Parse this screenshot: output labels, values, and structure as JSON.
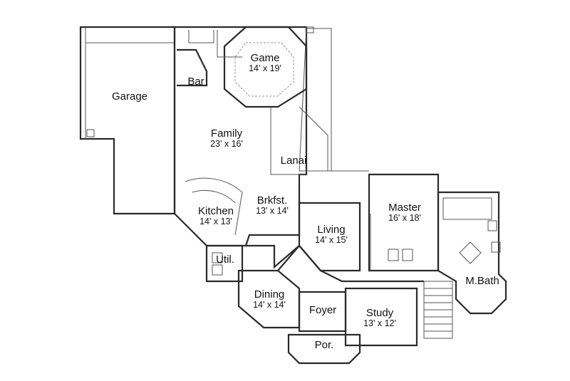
{
  "rooms": {
    "garage": {
      "name": "Garage"
    },
    "game": {
      "name": "Game",
      "dim": "14' x 19'"
    },
    "bar": {
      "name": "Bar"
    },
    "family": {
      "name": "Family",
      "dim": "23' x 16'"
    },
    "lanai": {
      "name": "Lanai"
    },
    "brkfst": {
      "name": "Brkfst.",
      "dim": "13' x 14'"
    },
    "kitchen": {
      "name": "Kitchen",
      "dim": "14' x 13'"
    },
    "master": {
      "name": "Master",
      "dim": "16' x 18'"
    },
    "living": {
      "name": "Living",
      "dim": "14' x 15'"
    },
    "util": {
      "name": "Util."
    },
    "mbath": {
      "name": "M.Bath"
    },
    "dining": {
      "name": "Dining",
      "dim": "14' x 14'"
    },
    "foyer": {
      "name": "Foyer"
    },
    "study": {
      "name": "Study",
      "dim": "13' x 12'"
    },
    "porch": {
      "name": "Por."
    }
  }
}
